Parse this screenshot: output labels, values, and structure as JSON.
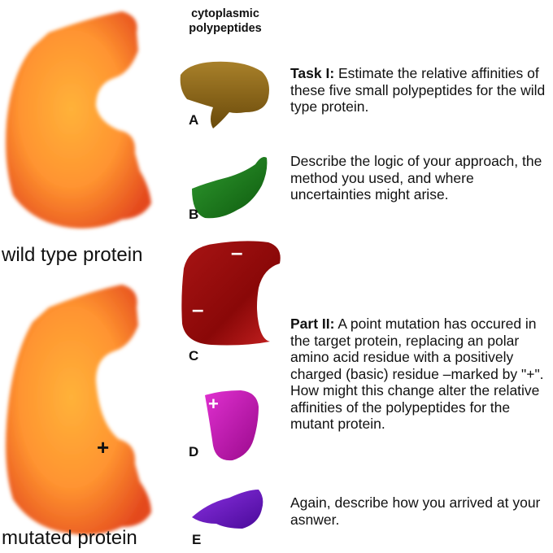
{
  "column_header": [
    "cytoplasmic",
    "polypeptides"
  ],
  "proteins": {
    "wild_type_label": "wild type protein",
    "mutated_label": "mutated protein",
    "mutation_mark": "+"
  },
  "polypeptides": [
    {
      "label": "A",
      "color": "#8c6414"
    },
    {
      "label": "B",
      "color": "#1e7a1e"
    },
    {
      "label": "C",
      "color": "#8e0a0a",
      "marks": [
        "–",
        "–"
      ]
    },
    {
      "label": "D",
      "color": "#c21ab4",
      "marks": [
        "+"
      ]
    },
    {
      "label": "E",
      "color": "#6a12c4"
    }
  ],
  "task1": {
    "heading": "Task I:",
    "text": " Estimate the relative affinities of these five small polypeptides for the wild type protein.",
    "text2": "Describe the logic of your approach, the method you used, and  where uncertainties might arise."
  },
  "part2": {
    "heading": "Part II:",
    "text": " A point mutation has occured in the target protein, replacing an polar amino acid residue with a positively charged (basic) residue  –marked by \"+\". How might this change alter the relative affinities of the polypeptides for the mutant protein.",
    "text2": "Again, describe how you arrived at your asnwer."
  },
  "colors": {
    "protein_core": "#ffa032",
    "protein_edge": "#e2401c",
    "background": "#ffffff"
  }
}
